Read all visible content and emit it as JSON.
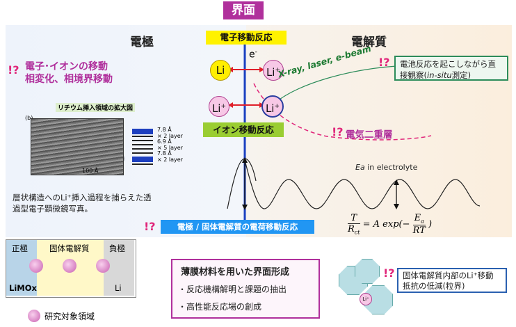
{
  "title": "界面",
  "electrode_label": "電極",
  "electrolyte_label": "電解質",
  "electron_transfer": "電子移動反応",
  "electron_symbol": "e",
  "electron_sup": "-",
  "ion_transfer": "イオン移動反応",
  "ion_li": "Li",
  "ion_li_plus": "Li",
  "ion_plus": "+",
  "ex_mark": "!?",
  "left_note": {
    "line1": "電子･イオンの移動",
    "line2": "相変化、相境界移動"
  },
  "micrograph_title": "リチウム挿入領域の拡大図",
  "micrograph_tag": "(b)",
  "layers": [
    "7.8 Å",
    "× 2 layer",
    "6.9 Å",
    "× 5 layer",
    "7.8 Å",
    "× 2 layer"
  ],
  "scale": "100 Å",
  "caption": "層状構造へのLi⁺挿入過程を捕らえた透過型電子顕微鏡写真。",
  "insitu": {
    "text1": "電池反応を起こしながら直接観察(",
    "italic": "in-situ",
    "text2": "測定)"
  },
  "probe": "X-ray, laser, e-beam",
  "double_layer": "電気二重層",
  "ea_italic": "Ea",
  "ea_rest": " in electrolyte",
  "charge_transfer": "電極 / 固体電解質の電荷移動反応",
  "equation": {
    "lhs_num": "T",
    "lhs_den": "R",
    "lhs_den_sub": "ct",
    "eq": "= A exp(−",
    "rhs_num": "E",
    "rhs_num_sub": "a",
    "rhs_den": "RT",
    "close": ")"
  },
  "cell": {
    "positive": "正極",
    "electrolyte": "固体電解質",
    "negative": "負極",
    "pos_mat": "LiMOx",
    "neg_mat": "Li"
  },
  "legend_text": "研究対象領域",
  "film": {
    "title": "薄膜材料を用いた界面形成",
    "item1": "・反応機構解明と課題の抽出",
    "item2": "・高性能反応場の創成"
  },
  "grain_box": "固体電解質内部のLi⁺移動抵抗の低減(粒界)",
  "grain_li": "Li⁺",
  "colors": {
    "accent": "#b0309c",
    "electron": "#fff200",
    "ion": "#9acd32",
    "charge": "#2196f3"
  }
}
